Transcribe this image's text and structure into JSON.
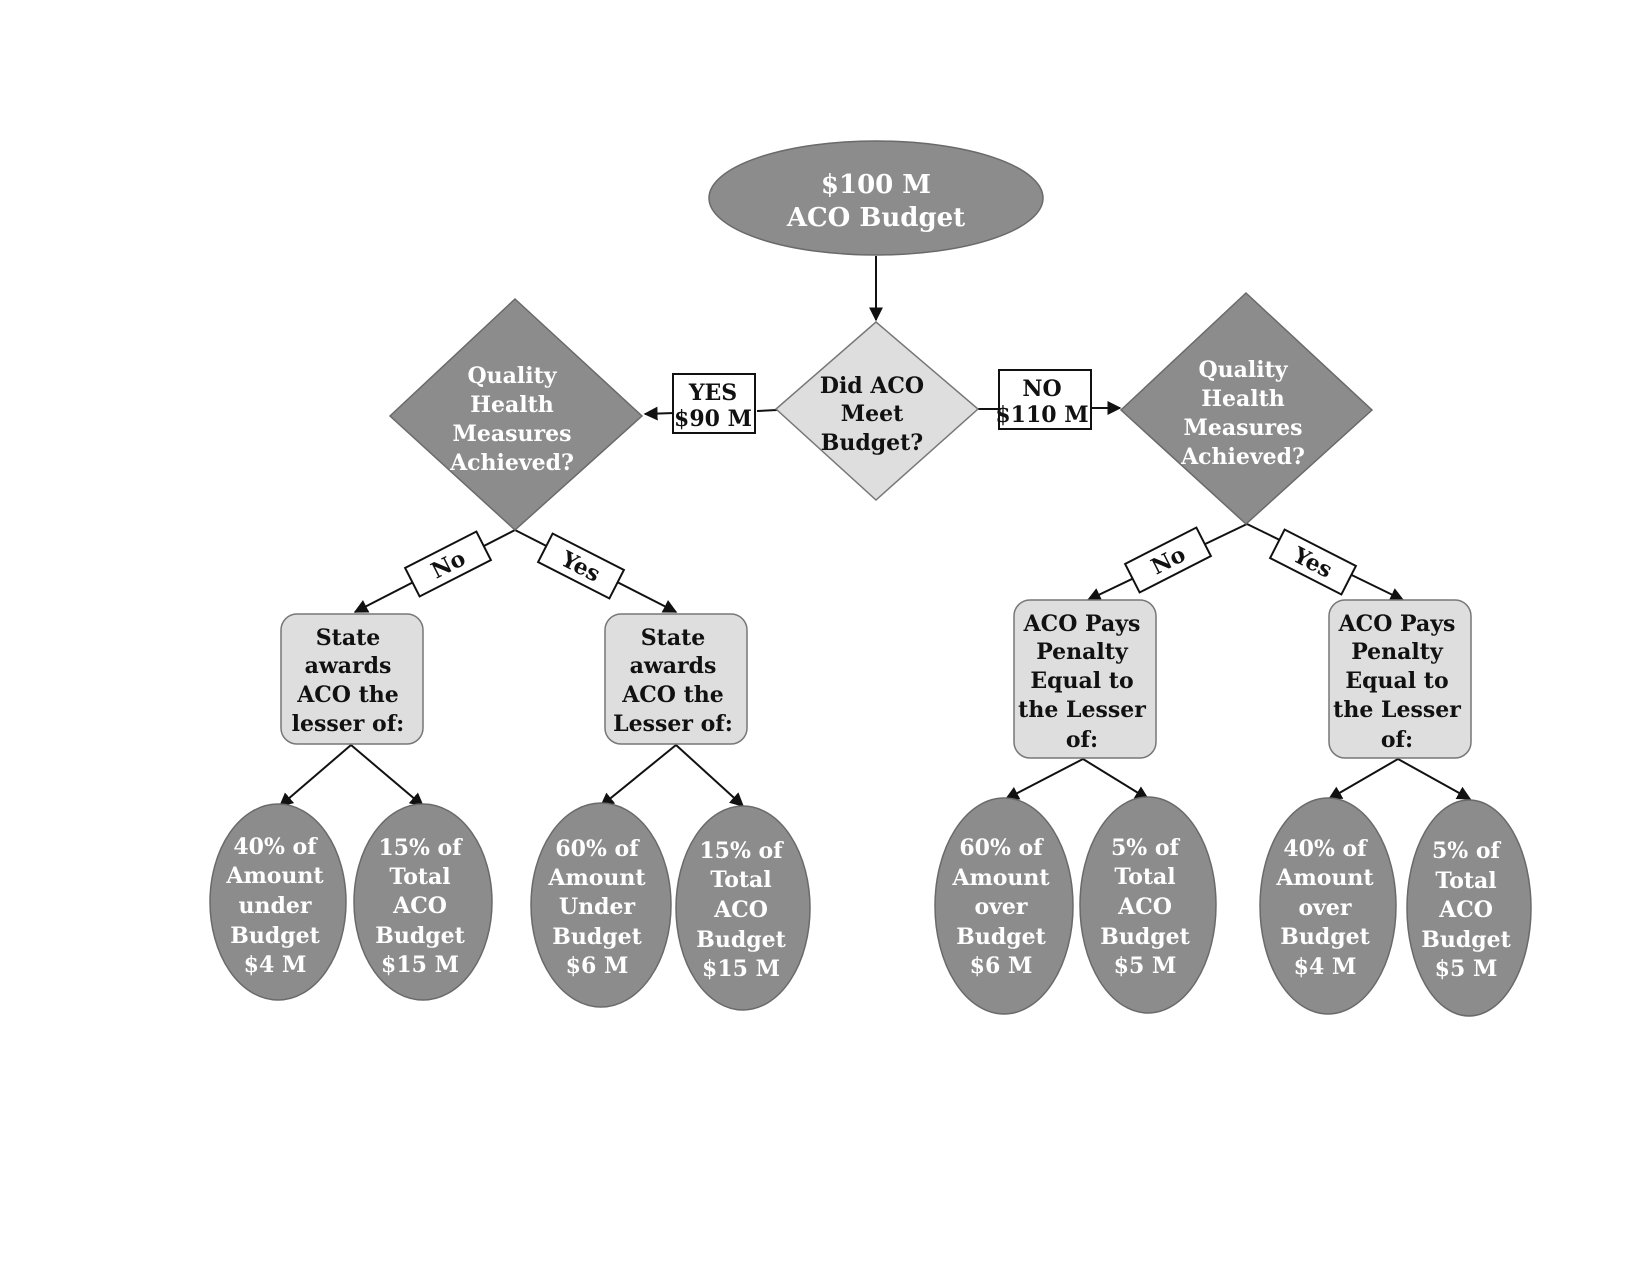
{
  "diagram": {
    "root": {
      "lines": [
        "$100 M",
        "ACO Budget"
      ]
    },
    "decision": {
      "lines": [
        "Did ACO",
        "Meet",
        "Budget?"
      ]
    },
    "yes_label": {
      "lines": [
        "YES",
        "$90 M"
      ]
    },
    "no_label": {
      "lines": [
        "NO",
        "$110 M"
      ]
    },
    "quality_left": {
      "lines": [
        "Quality",
        "Health",
        "Measures",
        "Achieved?"
      ]
    },
    "quality_right": {
      "lines": [
        "Quality",
        "Health",
        "Measures",
        "Achieved?"
      ]
    },
    "branch_labels": {
      "no": "No",
      "yes": "Yes"
    },
    "award_no": {
      "lines": [
        "State",
        "awards",
        "ACO the",
        "lesser of:"
      ]
    },
    "award_yes": {
      "lines": [
        "State",
        "awards",
        "ACO the",
        "Lesser of:"
      ]
    },
    "penalty_no": {
      "lines": [
        "ACO Pays",
        "Penalty",
        "Equal to",
        "the Lesser",
        "of:"
      ]
    },
    "penalty_yes": {
      "lines": [
        "ACO Pays",
        "Penalty",
        "Equal to",
        "the Lesser",
        "of:"
      ]
    },
    "leaves": [
      {
        "lines": [
          "40% of",
          "Amount",
          "under",
          "Budget",
          "$4 M"
        ]
      },
      {
        "lines": [
          "15% of",
          "Total",
          "ACO",
          "Budget",
          "$15 M"
        ]
      },
      {
        "lines": [
          "60% of",
          "Amount",
          "Under",
          "Budget",
          "$6 M"
        ]
      },
      {
        "lines": [
          "15% of",
          "Total",
          "ACO",
          "Budget",
          "$15 M"
        ]
      },
      {
        "lines": [
          "60% of",
          "Amount",
          "over",
          "Budget",
          "$6 M"
        ]
      },
      {
        "lines": [
          "5% of",
          "Total",
          "ACO",
          "Budget",
          "$5 M"
        ]
      },
      {
        "lines": [
          "40% of",
          "Amount",
          "over",
          "Budget",
          "$4 M"
        ]
      },
      {
        "lines": [
          "5% of",
          "Total",
          "ACO",
          "Budget",
          "$5 M"
        ]
      }
    ]
  },
  "colors": {
    "dark_node": "#8c8c8c",
    "light_node": "#dedede",
    "edge": "#111111"
  }
}
